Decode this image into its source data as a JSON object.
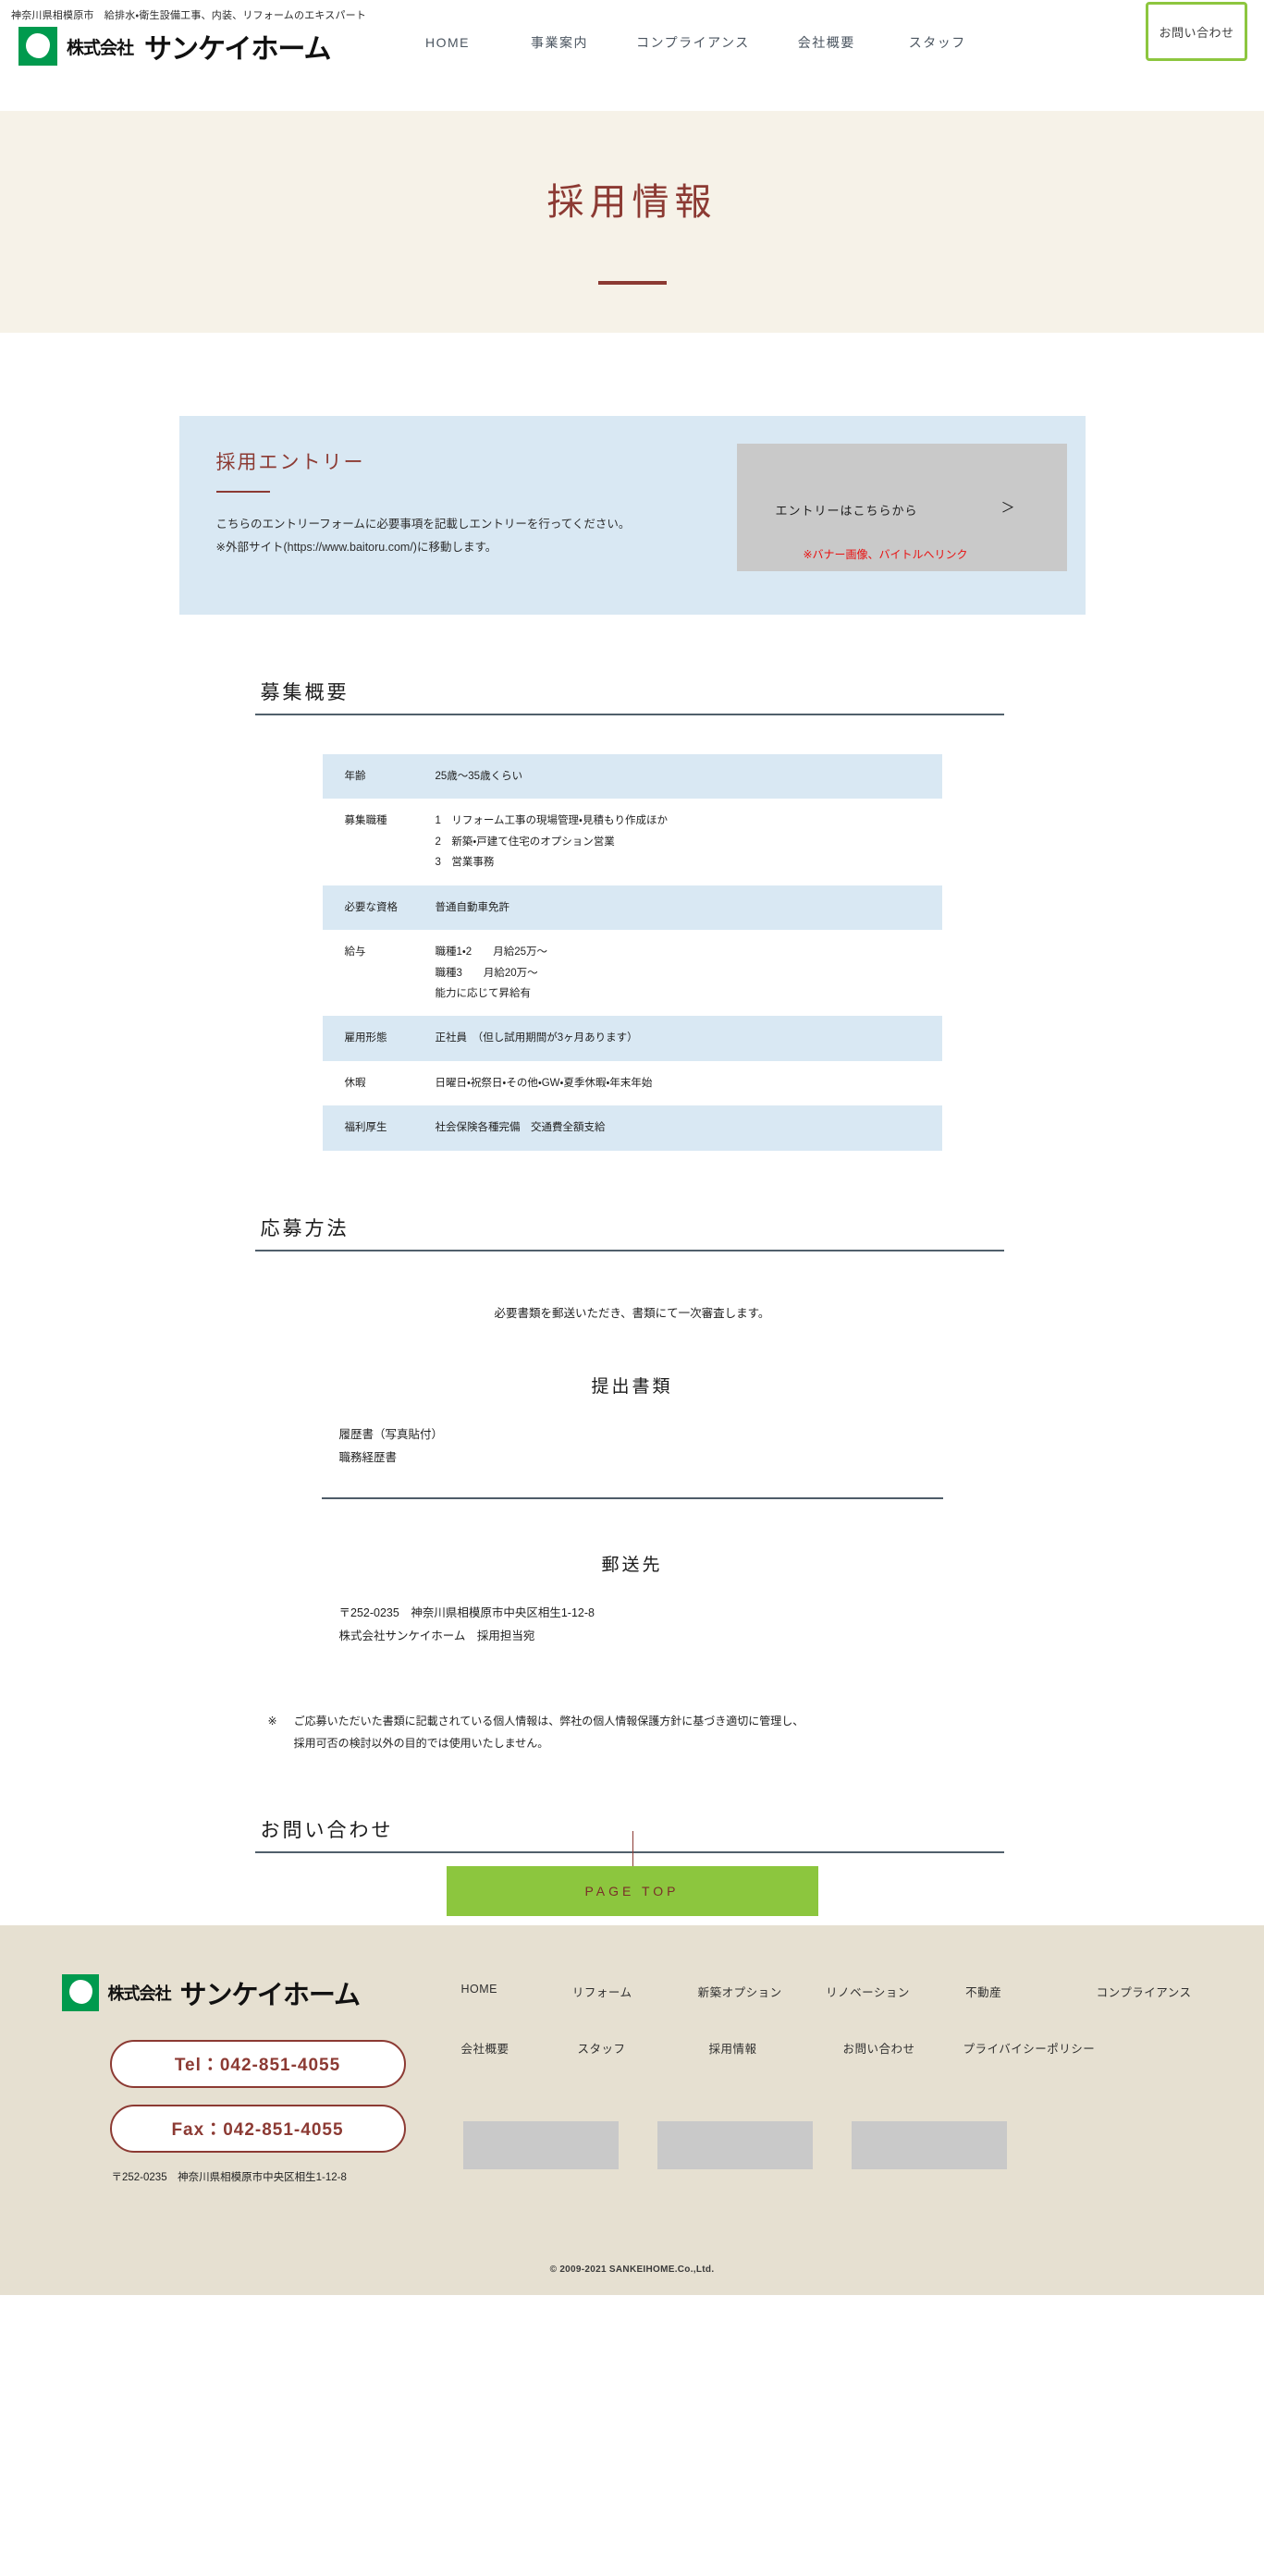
{
  "header": {
    "tagline": "神奈川県相模原市　給排水・衛生設備工事、内装、リフォームのエキスパート",
    "logo_prefix": "株式会社",
    "logo_name": "サンケイホーム",
    "nav": [
      {
        "label": "HOME"
      },
      {
        "label": "事業案内"
      },
      {
        "label": "コンプライアンス"
      },
      {
        "label": "会社概要"
      },
      {
        "label": "スタッフ"
      }
    ],
    "contact_button": "お問い合わせ"
  },
  "page_title": "採用情報",
  "entry": {
    "heading": "採用エントリー",
    "line1": "こちらのエントリーフォームに必要事項を記載しエントリーを行ってください。",
    "line2": "※外部サイト(https://www.baitoru.com/)に移動します。",
    "banner_cta": "エントリーはこちらから",
    "banner_arrow": "＞",
    "banner_note": "※バナー画像、バイトルへリンク",
    "note_color": "#e81010"
  },
  "overview": {
    "heading": "募集概要",
    "rows": [
      {
        "label": "年齢",
        "lines": [
          "25歳～35歳くらい"
        ]
      },
      {
        "label": "募集職種",
        "lines": [
          "1　リフォーム工事の現場管理・見積もり作成ほか",
          "2　新築・戸建て住宅のオプション営業",
          "3　営業事務"
        ]
      },
      {
        "label": "必要な資格",
        "lines": [
          "普通自動車免許"
        ]
      },
      {
        "label": "給与",
        "lines": [
          "職種1・2　　月給25万～",
          "職種3　　月給20万～",
          "能力に応じて昇給有"
        ]
      },
      {
        "label": "雇用形態",
        "lines": [
          "正社員　（但し試用期間が3ヶ月あります）"
        ]
      },
      {
        "label": "休暇",
        "lines": [
          "日曜日・祝祭日・その他・GW・夏季休暇・年末年始"
        ]
      },
      {
        "label": "福利厚生",
        "lines": [
          "社会保険各種完備　交通費全額支給"
        ]
      }
    ]
  },
  "apply": {
    "heading": "応募方法",
    "lead": "必要書類を郵送いただき、書類にて一次審査します。",
    "docs_heading": "提出書類",
    "docs": [
      "履歴書（写真貼付）",
      "職務経歴書"
    ],
    "mail_heading": "郵送先",
    "mail_lines": [
      "〒252-0235　神奈川県相模原市中央区相生1-12-8",
      "株式会社サンケイホーム　採用担当宛"
    ],
    "note_mark": "※",
    "note_lines": [
      "ご応募いただいた書類に記載されている個人情報は、弊社の個人情報保護方針に基づき適切に管理し、",
      "採用可否の検討以外の目的では使用いたしません。"
    ]
  },
  "contact_section": {
    "heading": "お問い合わせ"
  },
  "page_top": {
    "label": "PAGE TOP",
    "bg": "#8cc63e",
    "text_color": "#7a2f2a"
  },
  "footer": {
    "logo_prefix": "株式会社",
    "logo_name": "サンケイホーム",
    "tel": "Tel：042-851-4055",
    "fax": "Fax：042-851-4055",
    "address": "〒252-0235　神奈川県相模原市中央区相生1-12-8",
    "links_row1": [
      "HOME",
      "リフォーム",
      "新築オプション",
      "リノベーション",
      "不動産",
      "コンプライアンス"
    ],
    "links_row2": [
      "会社概要",
      "スタッフ",
      "採用情報",
      "お問い合わせ",
      "プライバイシーポリシー"
    ],
    "copyright": "© 2009-2021 SANKEIHOME.Co.,Ltd.",
    "bg": "#e6e0d1"
  },
  "theme": {
    "accent_red": "#8c3a33",
    "accent_green": "#8dc63f",
    "panel_blue": "#d9e8f3",
    "band_cream": "#f6f2e8"
  }
}
